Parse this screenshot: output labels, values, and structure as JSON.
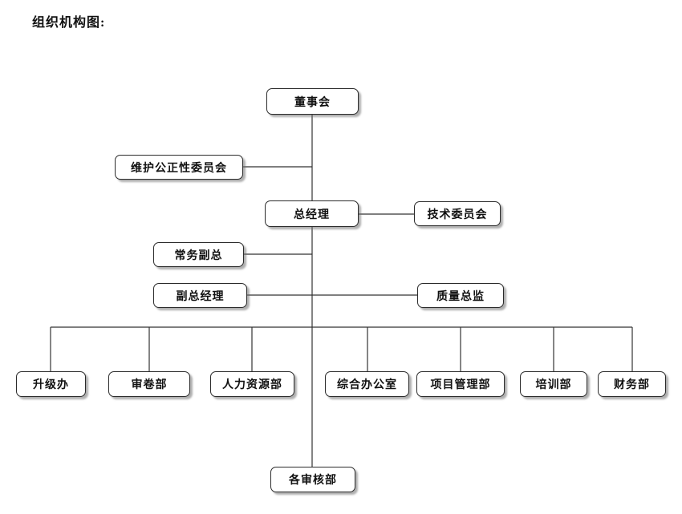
{
  "page": {
    "title": "组织机构图:"
  },
  "chart_title": "组织机构图",
  "nodes": {
    "board": {
      "label": "董事会"
    },
    "impartiality": {
      "label": "维护公正性委员会"
    },
    "gm": {
      "label": "总经理"
    },
    "tech": {
      "label": "技术委员会"
    },
    "evp": {
      "label": "常务副总"
    },
    "dgm": {
      "label": "副总经理"
    },
    "qd": {
      "label": "质量总监"
    },
    "upgrade": {
      "label": "升级办"
    },
    "review": {
      "label": "审卷部"
    },
    "hr": {
      "label": "人力资源部"
    },
    "office": {
      "label": "综合办公室"
    },
    "pm": {
      "label": "项目管理部"
    },
    "training": {
      "label": "培训部"
    },
    "finance": {
      "label": "财务部"
    },
    "audit": {
      "label": "各审核部"
    }
  },
  "hierarchy": {
    "root": "董事会",
    "edges": [
      [
        "董事会",
        "总经理"
      ],
      [
        "董事会",
        "维护公正性委员会"
      ],
      [
        "总经理",
        "技术委员会"
      ],
      [
        "总经理",
        "常务副总"
      ],
      [
        "总经理",
        "副总经理"
      ],
      [
        "总经理",
        "质量总监"
      ],
      [
        "总经理",
        "升级办"
      ],
      [
        "总经理",
        "审卷部"
      ],
      [
        "总经理",
        "人力资源部"
      ],
      [
        "总经理",
        "综合办公室"
      ],
      [
        "总经理",
        "项目管理部"
      ],
      [
        "总经理",
        "培训部"
      ],
      [
        "总经理",
        "财务部"
      ],
      [
        "总经理",
        "各审核部"
      ]
    ]
  },
  "colors": {
    "line": "#333333",
    "box_border": "#2b2b2b",
    "box_fill": "#ffffff",
    "text": "#111111",
    "background": "#ffffff"
  }
}
